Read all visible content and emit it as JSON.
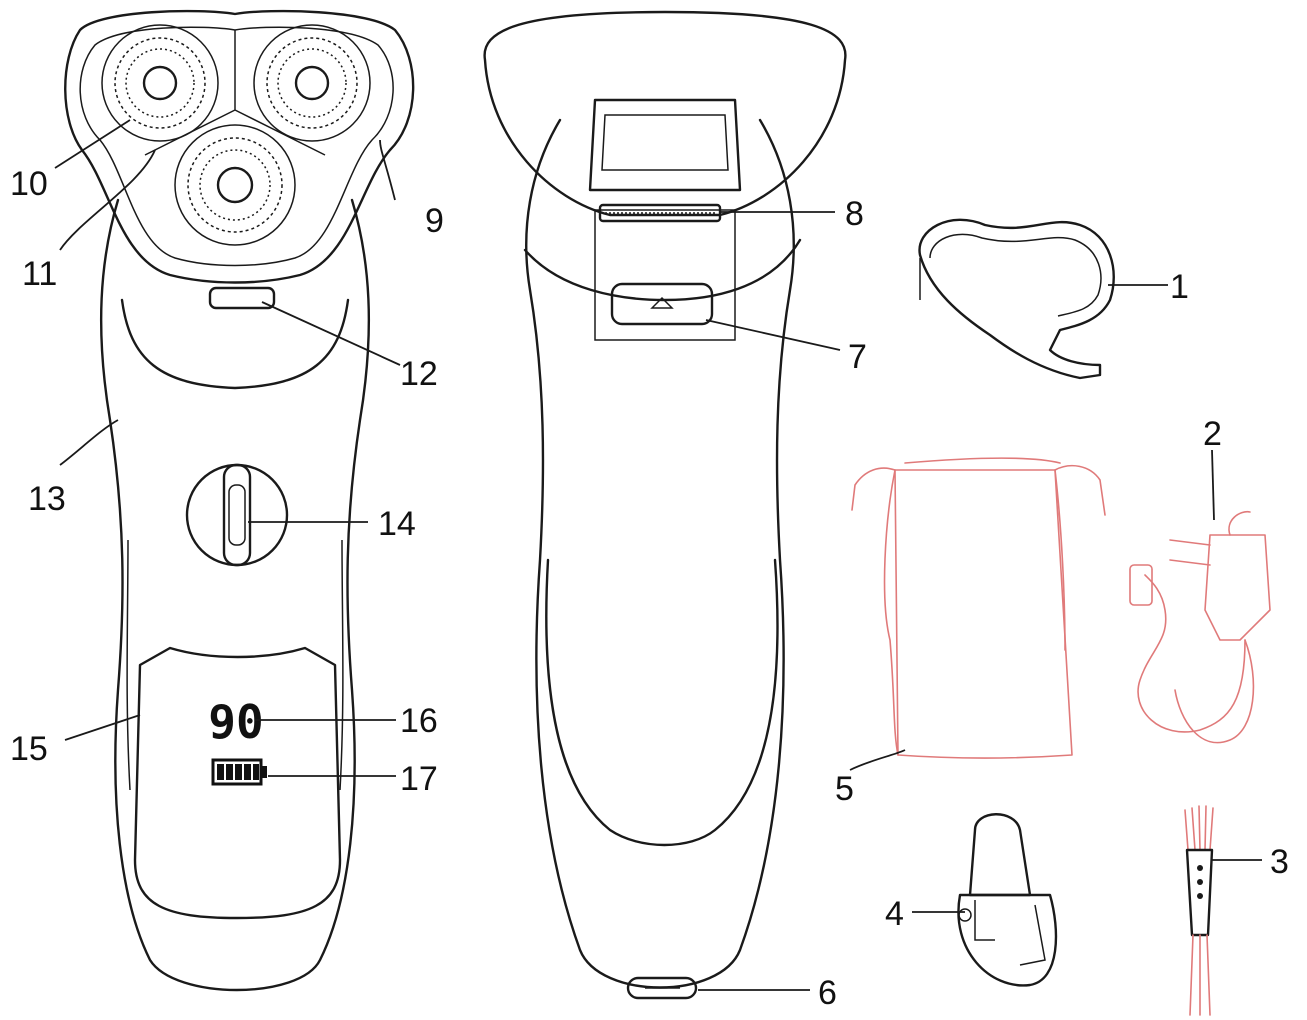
{
  "callouts": [
    {
      "id": "10",
      "label": "10"
    },
    {
      "id": "9",
      "label": "9"
    },
    {
      "id": "11",
      "label": "11"
    },
    {
      "id": "12",
      "label": "12"
    },
    {
      "id": "13",
      "label": "13"
    },
    {
      "id": "14",
      "label": "14"
    },
    {
      "id": "15",
      "label": "15"
    },
    {
      "id": "16",
      "label": "16"
    },
    {
      "id": "17",
      "label": "17"
    },
    {
      "id": "8",
      "label": "8"
    },
    {
      "id": "7",
      "label": "7"
    },
    {
      "id": "6",
      "label": "6"
    },
    {
      "id": "1",
      "label": "1"
    },
    {
      "id": "2",
      "label": "2"
    },
    {
      "id": "5",
      "label": "5"
    },
    {
      "id": "3",
      "label": "3"
    },
    {
      "id": "4",
      "label": "4"
    }
  ],
  "display": {
    "value": "90"
  },
  "colors": {
    "line": "#1a1a1a",
    "accessory": "#e07a7a"
  }
}
